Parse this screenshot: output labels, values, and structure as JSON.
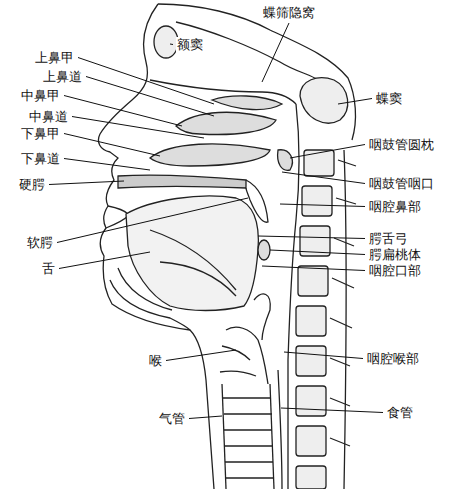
{
  "diagram": {
    "labels": [
      "额窦",
      "蝶筛隐窝",
      "上鼻甲",
      "上鼻道",
      "中鼻甲",
      "中鼻道",
      "下鼻甲",
      "下鼻道",
      "蝶窦",
      "咽鼓管圆枕",
      "硬腭",
      "咽鼓管咽口",
      "咽腔鼻部",
      "软腭",
      "腭舌弓",
      "腭扁桃体",
      "舌",
      "咽腔口部",
      "喉",
      "咽腔喉部",
      "气管",
      "食管"
    ]
  }
}
